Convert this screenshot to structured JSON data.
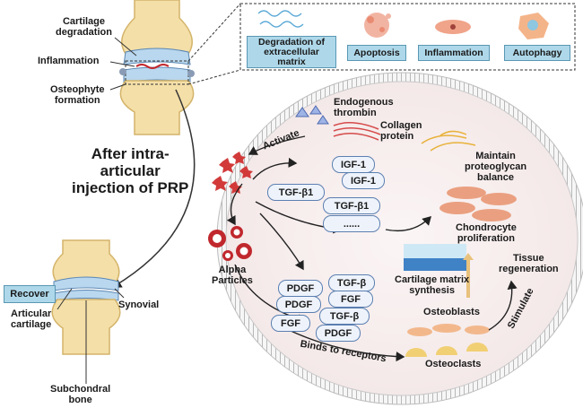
{
  "joint_top": {
    "labels": [
      "Cartilage degradation",
      "Inflammation",
      "Osteophyte formation"
    ],
    "cartilage_degradation": [
      "Cartilage",
      "degradation"
    ],
    "inflammation": "Inflammation",
    "osteophyte_formation": [
      "Osteophyte",
      "formation"
    ]
  },
  "center_title": [
    "After intra-",
    "articular",
    "injection of PRP"
  ],
  "joint_bottom": {
    "recover": "Recover",
    "synovial": "Synovial",
    "articular_cartilage": [
      "Articular",
      "cartilage"
    ],
    "subchondral_bone": [
      "Subchondral",
      "bone"
    ]
  },
  "pathology_box": {
    "items": [
      "Degradation of extracellular matrix",
      "Apoptosis",
      "Inflammation",
      "Autophagy"
    ],
    "degradation": [
      "Degradation of",
      "extracellular",
      "matrix"
    ],
    "apoptosis": "Apoptosis",
    "inflammation": "Inflammation",
    "autophagy": "Autophagy"
  },
  "cell": {
    "endogenous_thrombin": [
      "Endogenous",
      "thrombin"
    ],
    "collagen_protein": [
      "Collagen",
      "protein"
    ],
    "activate": "Activate",
    "maintain_proteoglycan": [
      "Maintain",
      "proteoglycan",
      "balance"
    ],
    "alpha_particles": [
      "Alpha",
      "Particles"
    ],
    "growth_factors_upper": [
      "IGF-1",
      "IGF-1",
      "TGF-β1",
      "TGF-β1",
      "......"
    ],
    "growth_factors_lower": [
      "PDGF",
      "TGF-β",
      "PDGF",
      "FGF",
      "TGF-β",
      "FGF",
      "PDGF"
    ],
    "chondrocyte_proliferation": [
      "Chondrocyte",
      "proliferation"
    ],
    "cartilage_matrix_synthesis": [
      "Cartilage matrix",
      "synthesis"
    ],
    "tissue_regeneration": [
      "Tissue",
      "regeneration"
    ],
    "osteoblasts": "Osteoblasts",
    "osteoclasts": "Osteoclasts",
    "stimulate": "Stimulate",
    "binds_to_receptors": "Binds to receptors"
  },
  "colors": {
    "accent_box": "#aed8ea",
    "pill_border": "#5b7fb0",
    "membrane": "#c9c9c9",
    "cell_fill": "#f7eeee",
    "bone": "#f4dfa8",
    "red_cells": "#c0282d"
  }
}
